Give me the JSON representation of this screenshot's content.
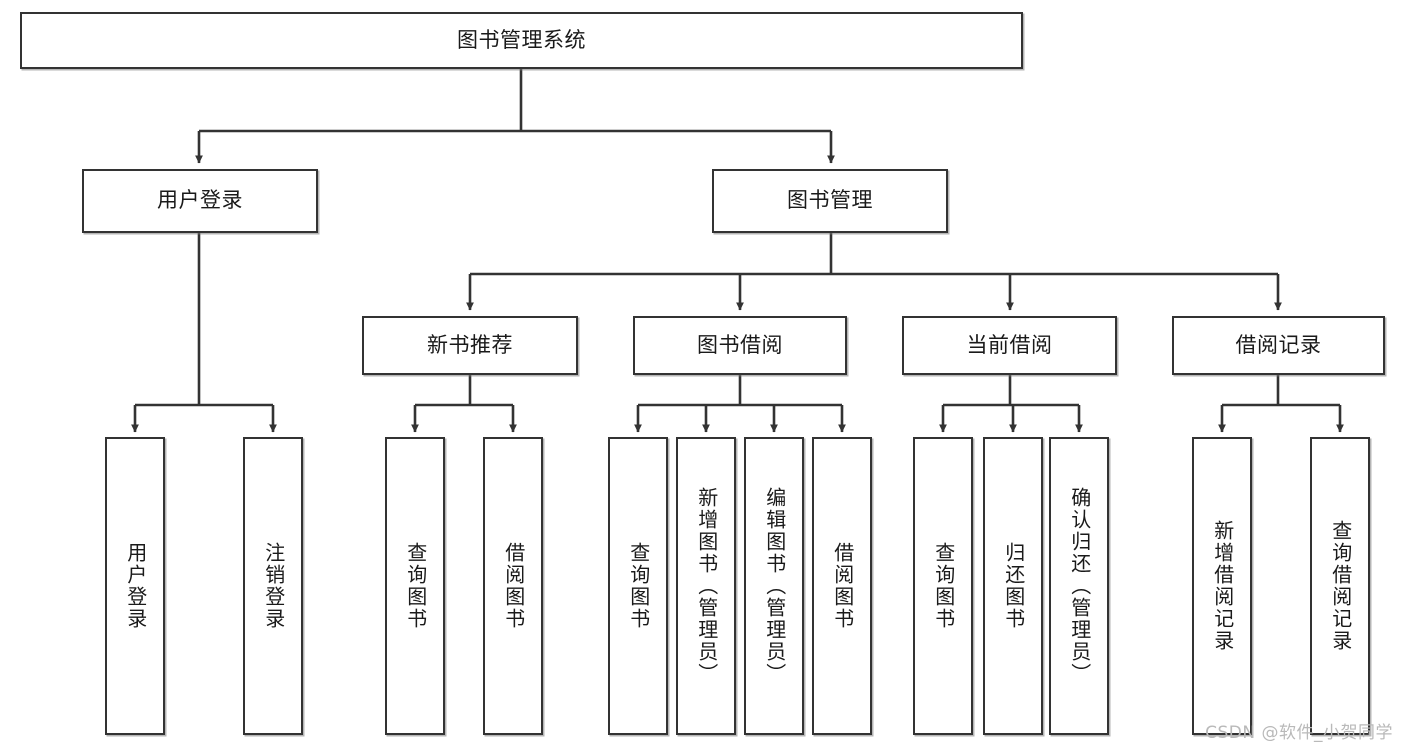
{
  "diagram": {
    "type": "tree",
    "title": "图书管理系统",
    "watermark": "CSDN @软件_小贺同学",
    "line_color": "#333333",
    "box_fill": "#ffffff",
    "nodes": {
      "root": {
        "label": "图书管理系统"
      },
      "level2": [
        {
          "label": "用户登录"
        },
        {
          "label": "图书管理"
        }
      ],
      "level3": [
        {
          "label": "新书推荐"
        },
        {
          "label": "图书借阅"
        },
        {
          "label": "当前借阅"
        },
        {
          "label": "借阅记录"
        }
      ],
      "leaves_user_login": [
        {
          "label": "用户登录"
        },
        {
          "label": "注销登录"
        }
      ],
      "leaves_new_book": [
        {
          "label": "查询图书"
        },
        {
          "label": "借阅图书"
        }
      ],
      "leaves_borrow": [
        {
          "label": "查询图书"
        },
        {
          "label": "新增图书（管理员）"
        },
        {
          "label": "编辑图书（管理员）"
        },
        {
          "label": "借阅图书"
        }
      ],
      "leaves_current": [
        {
          "label": "查询图书"
        },
        {
          "label": "归还图书"
        },
        {
          "label": "确认归还（管理员）"
        }
      ],
      "leaves_record": [
        {
          "label": "新增借阅记录"
        },
        {
          "label": "查询借阅记录"
        }
      ]
    }
  }
}
